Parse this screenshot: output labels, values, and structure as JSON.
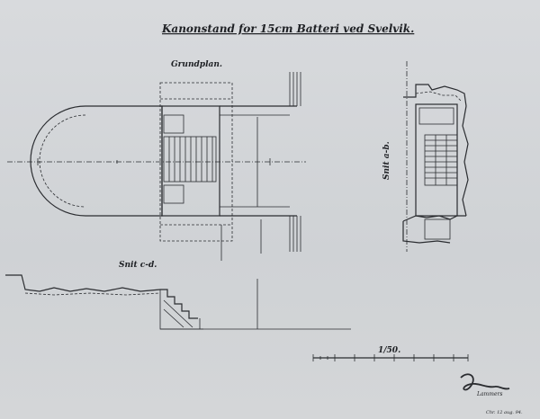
{
  "drawing": {
    "title": "Kanonstand for 15cm Batteri ved Svelvik.",
    "plan_label": "Grundplan.",
    "section_ab_label": "Snit a-b.",
    "section_cd_label": "Snit c-d.",
    "scale_label": "1/50.",
    "signature": "Lammers",
    "date_stamp": "Chr. 12 aug. 94."
  },
  "colors": {
    "paper": "#d3d6d9",
    "ink": "#2a2c30"
  }
}
